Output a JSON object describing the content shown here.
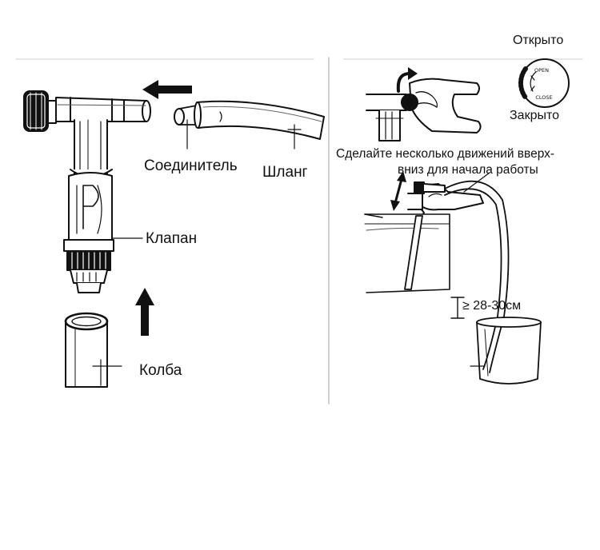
{
  "labels": {
    "connector": "Соединитель",
    "hose": "Шланг",
    "valve": "Клапан",
    "flask": "Колба",
    "open": "Открыто",
    "closed": "Закрыто",
    "instruction_line1": "Сделайте несколько движений вверх-",
    "instruction_line2": "вниз для начала работы",
    "height": "≥ 28-30см"
  },
  "knob": {
    "open_mark": "OPEN",
    "close_mark": "CLOSE"
  },
  "colors": {
    "ink": "#111111",
    "background": "#ffffff",
    "divider": "#bdbdbd"
  }
}
